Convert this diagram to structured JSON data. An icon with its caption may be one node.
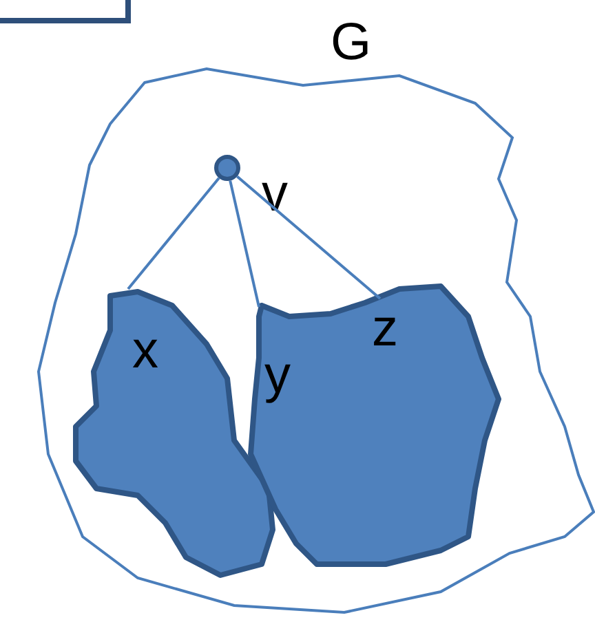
{
  "diagram": {
    "nodes": [
      {
        "text": [],
        "shape": "box"
      },
      {
        "text": [
          "G"
        ]
      },
      {
        "text": [],
        "shape": "circle",
        "beside": [
          "v"
        ],
        "in": 1
      },
      {
        "text": [
          "x"
        ],
        "in": 1
      },
      {
        "text": [
          "y",
          "z"
        ],
        "in": 1
      }
    ],
    "edges": [
      {
        "from": 2,
        "to": 3,
        "arrow": "none"
      },
      {
        "from": 2,
        "to": 4,
        "arrow": "none"
      },
      {
        "from": 2,
        "to": 4,
        "arrow": "none"
      }
    ]
  }
}
